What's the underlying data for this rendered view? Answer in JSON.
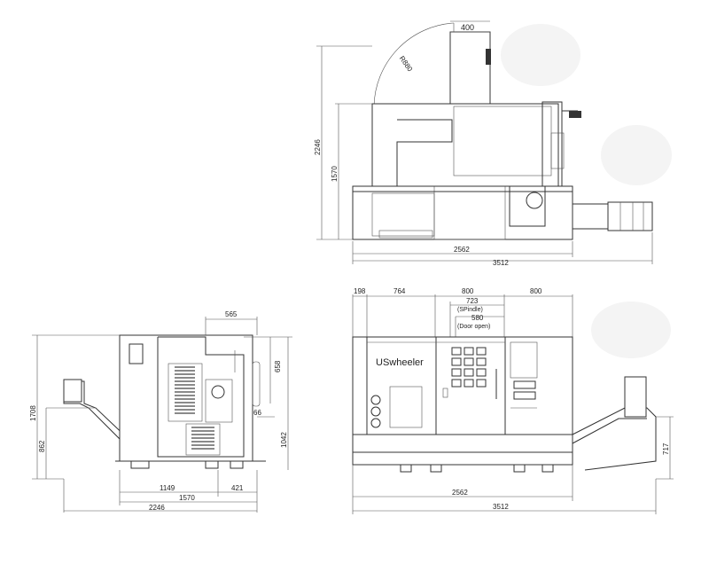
{
  "top_view": {
    "dim_400": "400",
    "dim_r880": "R880",
    "dim_2246": "2246",
    "dim_1570": "1570",
    "dim_2562": "2562",
    "dim_3512": "3512"
  },
  "side_view": {
    "dim_565": "565",
    "dim_658": "658",
    "dim_1708": "1708",
    "dim_862": "862",
    "dim_66": "66",
    "dim_1042": "1042",
    "dim_1149": "1149",
    "dim_421": "421",
    "dim_1570": "1570",
    "dim_2246": "2246"
  },
  "front_view": {
    "dim_198": "198",
    "dim_764": "764",
    "dim_800a": "800",
    "dim_800b": "800",
    "dim_723": "723",
    "spindle_label": "(SPindle)",
    "dim_580": "580",
    "door_label": "(Door open)",
    "brand": "USwheeler",
    "dim_717": "717",
    "dim_2562": "2562",
    "dim_3512": "3512"
  }
}
